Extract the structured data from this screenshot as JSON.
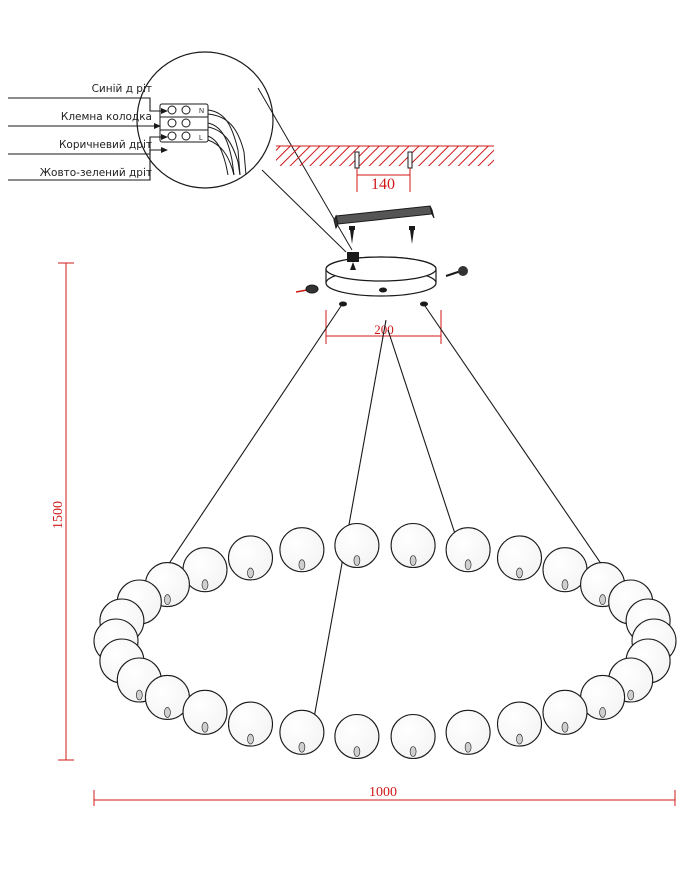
{
  "wiring_labels": {
    "blue": "Синій д ріт",
    "terminal": "Клемна колодка",
    "brown": "Коричневий дріт",
    "earth": "Жовто-зелений дріт"
  },
  "dimensions": {
    "mount_plate": "140",
    "canopy": "200",
    "height": "1500",
    "diameter": "1000"
  },
  "colors": {
    "dimension": "#d01818",
    "line": "#1a1a1a",
    "hatch": "#d01818"
  },
  "icons": [
    "screw-icon",
    "terminal-block-icon",
    "ceiling-hatch"
  ]
}
